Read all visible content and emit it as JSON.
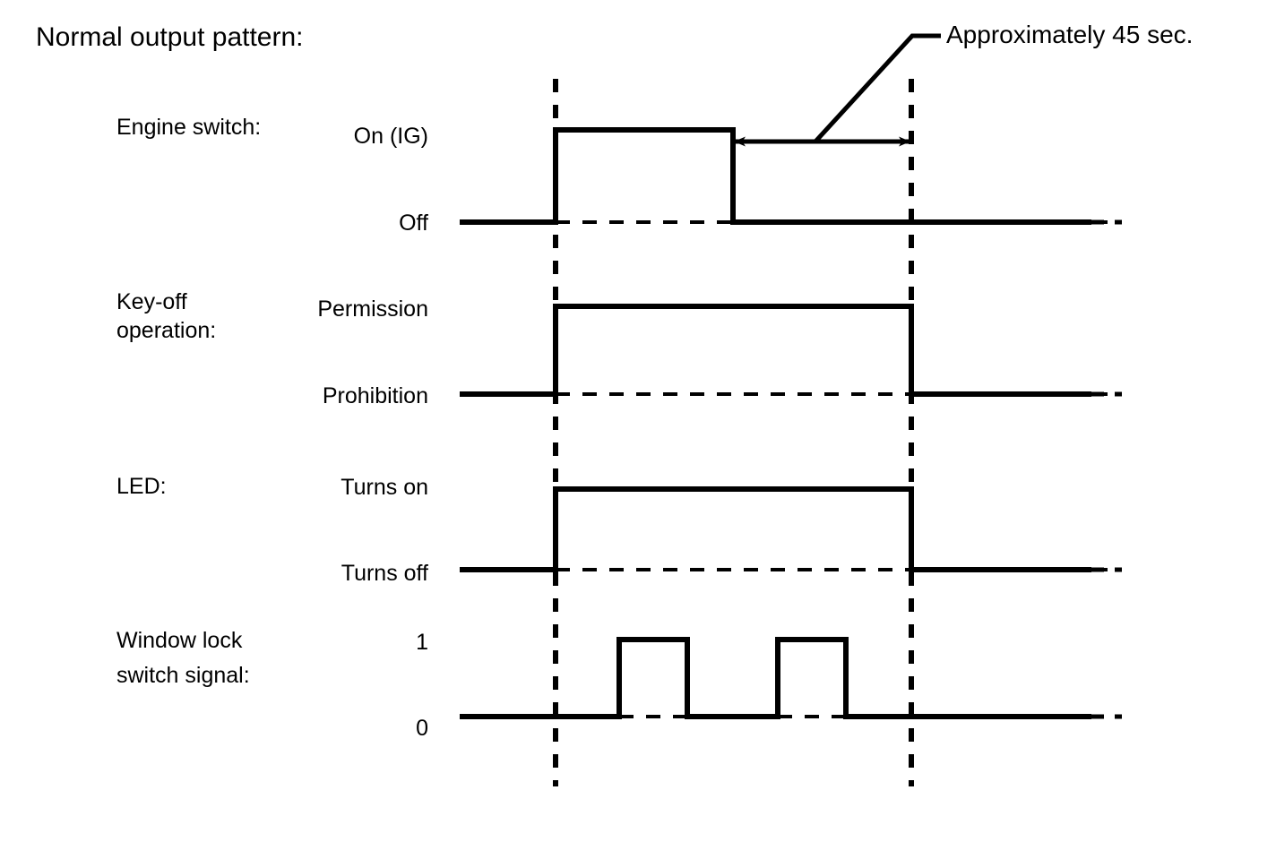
{
  "title": "Normal output pattern:",
  "annotation": {
    "label": "Approximately 45 sec.",
    "leader": "leader-line",
    "measure_from": "engine-switch-falling-edge",
    "measure_to": "timeline-marker-2"
  },
  "rows": [
    {
      "id": "engine-switch",
      "label": "Engine switch:",
      "high_label": "On (IG)",
      "low_label": "Off"
    },
    {
      "id": "key-off-operation",
      "label_line1": "Key-off",
      "label_line2": "operation:",
      "high_label": "Permission",
      "low_label": "Prohibition"
    },
    {
      "id": "led",
      "label": "LED:",
      "high_label": "Turns on",
      "low_label": "Turns off"
    },
    {
      "id": "window-lock-switch-signal",
      "label_line1": "Window lock",
      "label_line2": "switch signal:",
      "high_label": "1",
      "low_label": "0"
    }
  ],
  "chart_data": {
    "type": "line",
    "title": "Normal output pattern:",
    "xlabel": "",
    "ylabel": "",
    "grid": false,
    "legend": "none",
    "axis_style": "timing-diagram",
    "time_markers": [
      {
        "name": "t1",
        "x": 620,
        "style": "dashed-vertical"
      },
      {
        "name": "t2",
        "x": 1017,
        "style": "dashed-vertical"
      }
    ],
    "annotations": [
      {
        "text": "Approximately 45 sec.",
        "from_x": 818,
        "to_x": 1017,
        "y": 158,
        "arrow": "double-headed"
      }
    ],
    "series": [
      {
        "name": "Engine switch:",
        "levels": [
          "Off",
          "On (IG)"
        ],
        "high_label": "On (IG)",
        "low_label": "Off",
        "transitions": [
          {
            "x": 513,
            "value": 0
          },
          {
            "x": 620,
            "value": 1
          },
          {
            "x": 818,
            "value": 0
          },
          {
            "x": 1252,
            "value": 0
          }
        ]
      },
      {
        "name": "Key-off operation:",
        "levels": [
          "Prohibition",
          "Permission"
        ],
        "high_label": "Permission",
        "low_label": "Prohibition",
        "transitions": [
          {
            "x": 513,
            "value": 0
          },
          {
            "x": 620,
            "value": 1
          },
          {
            "x": 1017,
            "value": 0
          },
          {
            "x": 1252,
            "value": 0
          }
        ]
      },
      {
        "name": "LED:",
        "levels": [
          "Turns off",
          "Turns on"
        ],
        "high_label": "Turns on",
        "low_label": "Turns off",
        "transitions": [
          {
            "x": 513,
            "value": 0
          },
          {
            "x": 620,
            "value": 1
          },
          {
            "x": 1017,
            "value": 0
          },
          {
            "x": 1252,
            "value": 0
          }
        ]
      },
      {
        "name": "Window lock switch signal:",
        "levels": [
          "0",
          "1"
        ],
        "high_label": "1",
        "low_label": "0",
        "transitions": [
          {
            "x": 513,
            "value": 0
          },
          {
            "x": 691,
            "value": 1
          },
          {
            "x": 767,
            "value": 0
          },
          {
            "x": 868,
            "value": 1
          },
          {
            "x": 944,
            "value": 0
          },
          {
            "x": 1252,
            "value": 0
          }
        ]
      }
    ]
  },
  "colors": {
    "stroke": "#000000",
    "background": "#ffffff"
  }
}
